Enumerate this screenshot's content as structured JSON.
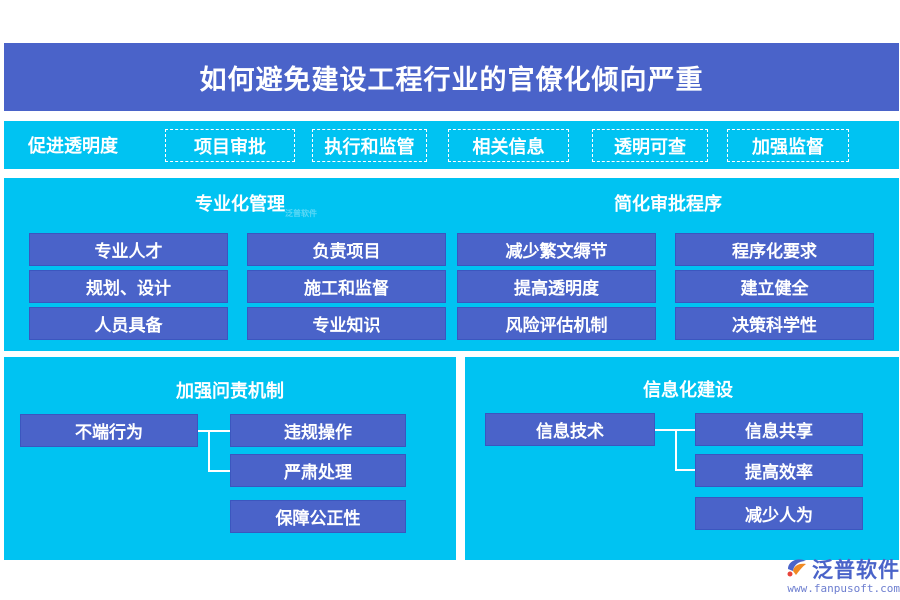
{
  "title": "如何避免建设工程行业的官僚化倾向严重",
  "row2": {
    "label": "促进透明度",
    "items": [
      "项目审批",
      "执行和监管",
      "相关信息",
      "透明可查",
      "加强监督"
    ]
  },
  "section_professional": {
    "title": "专业化管理",
    "col1": [
      "专业人才",
      "规划、设计",
      "人员具备"
    ],
    "col2": [
      "负责项目",
      "施工和监督",
      "专业知识"
    ]
  },
  "section_simplify": {
    "title": "简化审批程序",
    "col1": [
      "减少繁文缛节",
      "提高透明度",
      "风险评估机制"
    ],
    "col2": [
      "程序化要求",
      "建立健全",
      "决策科学性"
    ]
  },
  "panel_accountability": {
    "title": "加强问责机制",
    "root": "不端行为",
    "children": [
      "违规操作",
      "严肃处理",
      "保障公正性"
    ]
  },
  "panel_informatization": {
    "title": "信息化建设",
    "root": "信息技术",
    "children": [
      "信息共享",
      "提高效率",
      "减少人为"
    ]
  },
  "logo": {
    "name": "泛普软件",
    "url": "www.fanpusoft.com",
    "watermark": "泛普软件",
    "brand_color": "#4a63c9"
  },
  "colors": {
    "title_bg": "#4a63c9",
    "panel_bg": "#00c3f2",
    "box_bg": "#4a63c9",
    "text": "#ffffff"
  }
}
